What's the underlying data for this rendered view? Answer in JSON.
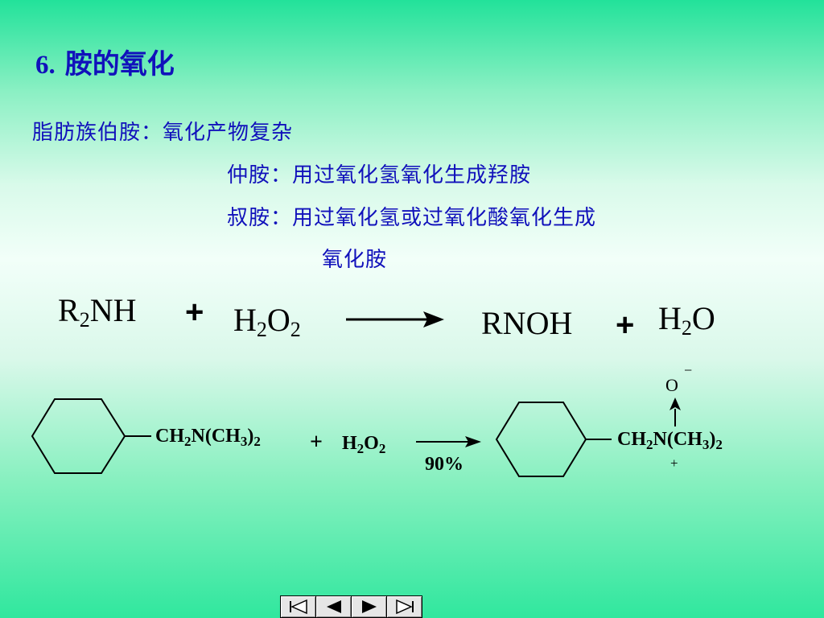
{
  "slide": {
    "title_number": "6.",
    "title_text": "胺的氧化",
    "lines": [
      "脂肪族伯胺：氧化产物复杂",
      "仲胺：用过氧化氢氧化生成羟胺",
      "叔胺：用过氧化氢或过氧化酸氧化生成",
      "氧化胺"
    ]
  },
  "equation1": {
    "r2": "R",
    "r2_sub": "2",
    "r2_tail": "NH",
    "plus1": "+",
    "h2o2_h": "H",
    "h2o2_sub1": "2",
    "h2o2_o": "O",
    "h2o2_sub2": "2",
    "product": "RNOH",
    "plus2": "+",
    "h2o_h": "H",
    "h2o_sub": "2",
    "h2o_o": "O"
  },
  "equation2": {
    "left_ch": "CH",
    "left_sub1": "2",
    "left_n": "N(CH",
    "left_sub2": "3",
    "left_close": ")",
    "left_sub3": "2",
    "plus": "+",
    "reag_h": "H",
    "reag_sub1": "2",
    "reag_o": "O",
    "reag_sub2": "2",
    "yield": "90%",
    "right_ch": "CH",
    "right_sub1": "2",
    "right_n": "N(CH",
    "right_sub2": "3",
    "right_close": ")",
    "right_sub3": "2",
    "oxygen": "O",
    "minus": "−",
    "n_plus": "+"
  },
  "navigation": {
    "buttons": [
      "first-icon",
      "previous-icon",
      "next-icon",
      "last-icon"
    ]
  },
  "colors": {
    "heading_text": "#1111bb",
    "body_text": "#000000",
    "background_green": "#22e29a"
  }
}
